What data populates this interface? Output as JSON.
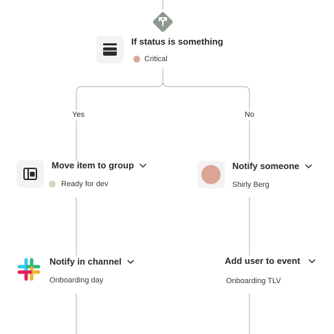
{
  "colors": {
    "diamond": "#8a9a8f",
    "connector": "#b0b0b0",
    "critical_dot": "#dba596",
    "ready_dot": "#c9dbc2",
    "avatar": "#dba596"
  },
  "condition": {
    "icon": "git-branch-icon",
    "block_icon": "stack-icon",
    "title": "If status is something",
    "status": "Critical"
  },
  "branches": {
    "yes": {
      "label": "Yes",
      "steps": [
        {
          "icon": "board-layout-icon",
          "title": "Move item to group",
          "subtitle": "Ready for dev"
        },
        {
          "icon": "slack-icon",
          "title": "Notify in channel",
          "subtitle": "Onboarding day"
        }
      ]
    },
    "no": {
      "label": "No",
      "steps": [
        {
          "icon": "avatar",
          "title": "Notify someone",
          "subtitle": "Shirly Berg"
        },
        {
          "icon": "",
          "title": "Add user to event",
          "subtitle": "Onboarding TLV"
        }
      ]
    }
  }
}
